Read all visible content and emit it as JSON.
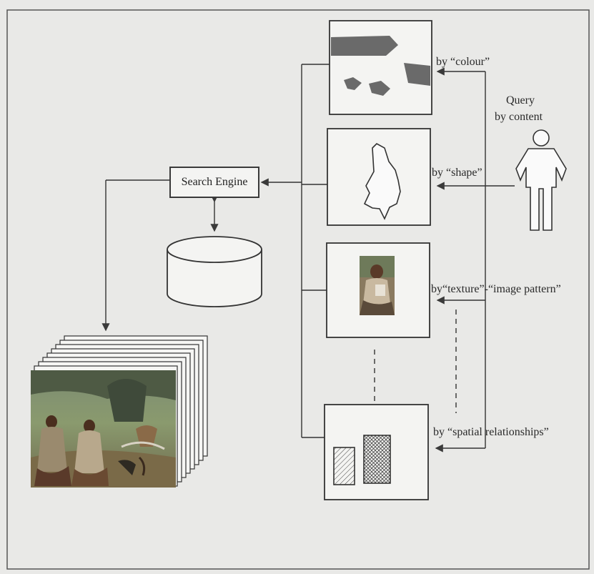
{
  "diagram": {
    "search_engine_label": "Search Engine",
    "query_label_line1": "Query",
    "query_label_line2": "by content",
    "query_labels": {
      "colour": "by  “colour”",
      "shape": "by  “shape”",
      "texture": "by“texture”-“image pattern”",
      "spatial": "by  “spatial relationships”"
    }
  },
  "colors": {
    "line": "#3a3a3a",
    "paper": "#e9e9e7",
    "box_fill": "#f4f4f2",
    "region_fill": "#6a6a6a"
  },
  "icons": [
    "person-icon",
    "database-cylinder-icon",
    "painting-stack-icon"
  ]
}
